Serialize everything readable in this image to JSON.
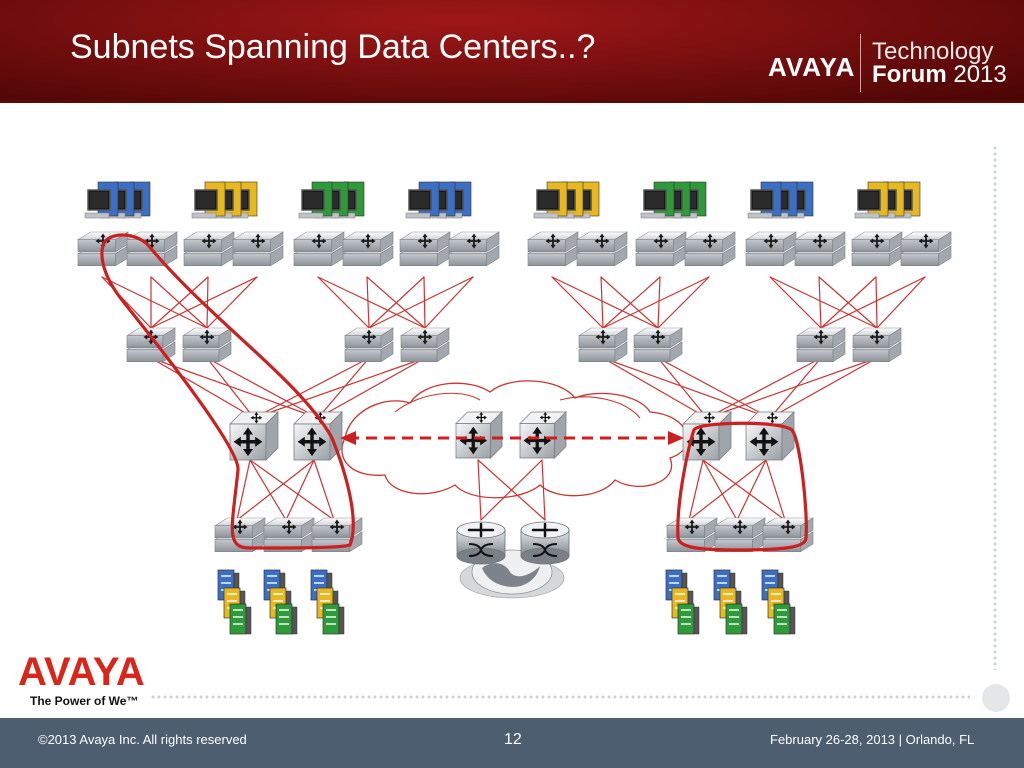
{
  "slide": {
    "title": "Subnets Spanning Data Centers..?",
    "page_number": "12"
  },
  "header": {
    "brand": "AVAYA",
    "event_line1": "Technology",
    "event_line2_a": "Forum",
    "event_line2_b": " 2013"
  },
  "logo": {
    "brand": "AVAYA",
    "tagline": "The Power of We™"
  },
  "footer": {
    "copyright": "©2013 Avaya Inc. All rights reserved",
    "event": "February 26-28, 2013 | Orlando, FL"
  },
  "colors": {
    "header_red": "#8c1414",
    "link_red": "#cc3333",
    "highlight_red": "#cc1f1f",
    "footer_blue": "#4d5e71"
  },
  "icons": {
    "workstation": "workstation-icon",
    "access_switch": "switch-icon",
    "core_switch": "core-switch-icon",
    "router": "router-icon",
    "server": "server-icon",
    "cloud": "cloud-icon",
    "globe": "globe-icon"
  },
  "workstation_colors": [
    "#3a6fc4",
    "#e8b820",
    "#2f9a3a",
    "#3a6fc4",
    "#e8b820",
    "#2f9a3a",
    "#3a6fc4",
    "#e8b820"
  ]
}
